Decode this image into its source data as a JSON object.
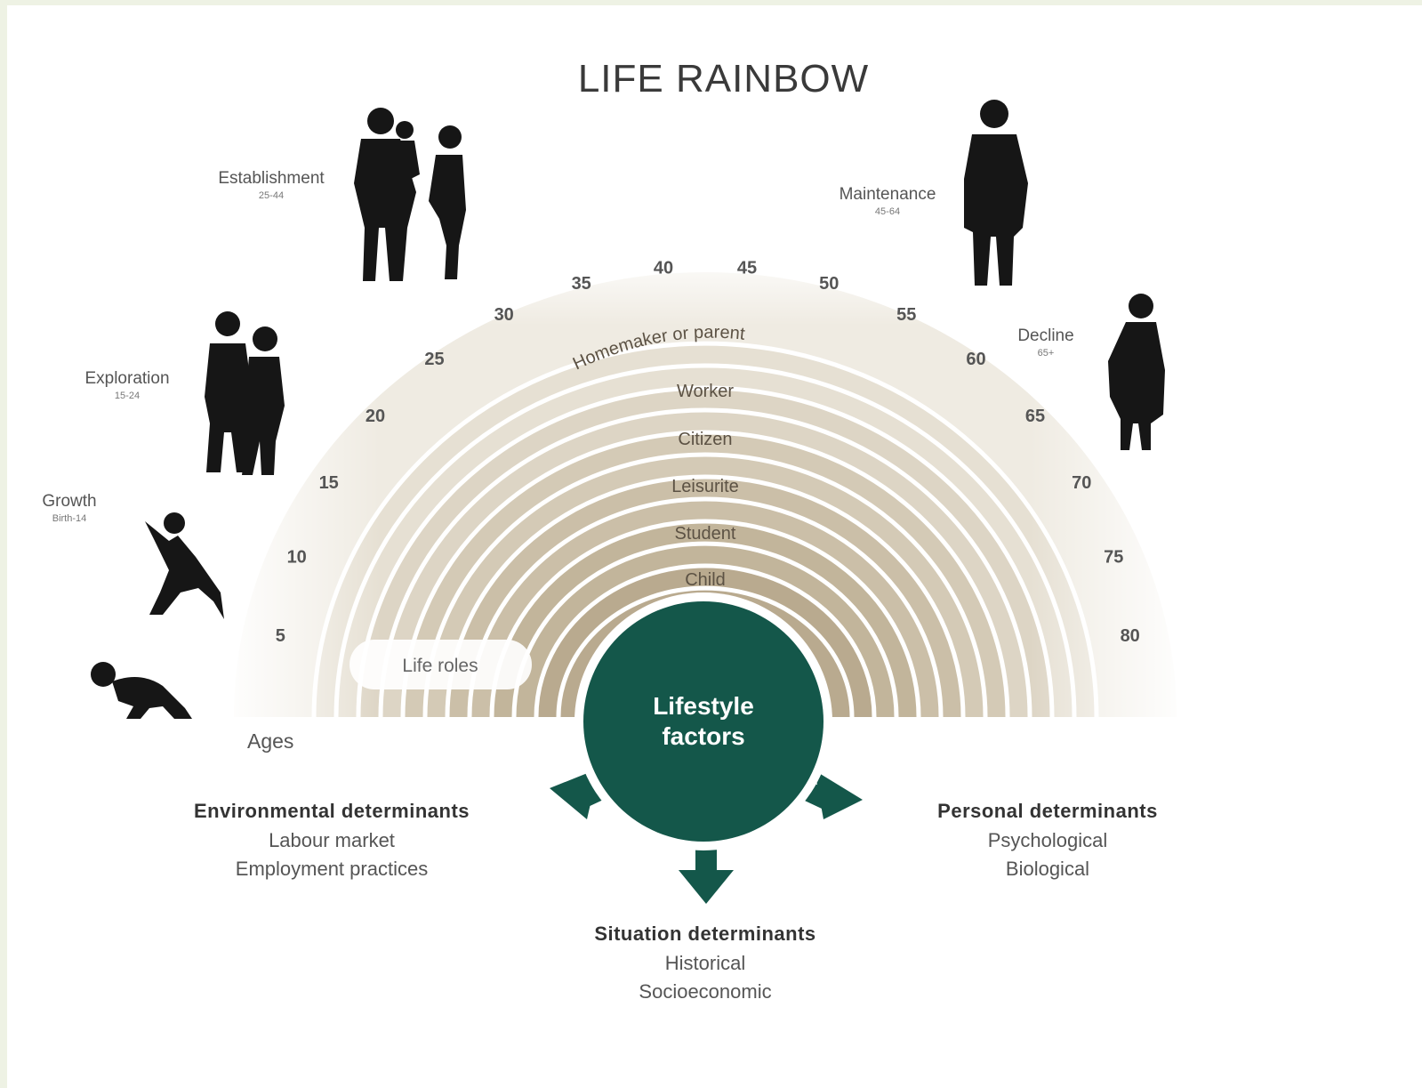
{
  "title": "LIFE RAINBOW",
  "stages": [
    {
      "name": "Growth",
      "ages": "Birth-14"
    },
    {
      "name": "Exploration",
      "ages": "15-24"
    },
    {
      "name": "Establishment",
      "ages": "25-44"
    },
    {
      "name": "Maintenance",
      "ages": "45-64"
    },
    {
      "name": "Decline",
      "ages": "65+"
    }
  ],
  "age_ticks": [
    "5",
    "10",
    "15",
    "20",
    "25",
    "30",
    "35",
    "40",
    "45",
    "50",
    "55",
    "60",
    "65",
    "70",
    "75",
    "80"
  ],
  "ages_label": "Ages",
  "life_roles_label": "Life roles",
  "roles": [
    "Child",
    "Student",
    "Leisurite",
    "Citizen",
    "Worker",
    "Homemaker or parent"
  ],
  "center": {
    "line1": "Lifestyle",
    "line2": "factors",
    "color": "#14574a"
  },
  "determinants": {
    "environmental": {
      "title": "Environmental determinants",
      "items": [
        "Labour market",
        "Employment practices"
      ]
    },
    "personal": {
      "title": "Personal determinants",
      "items": [
        "Psychological",
        "Biological"
      ]
    },
    "situation": {
      "title": "Situation determinants",
      "items": [
        "Historical",
        "Socioeconomic"
      ]
    }
  },
  "colors": {
    "band_dark": "#b8a78c",
    "band_light": "#e9e4d8",
    "accent": "#14574a",
    "silhouette": "#161616"
  }
}
